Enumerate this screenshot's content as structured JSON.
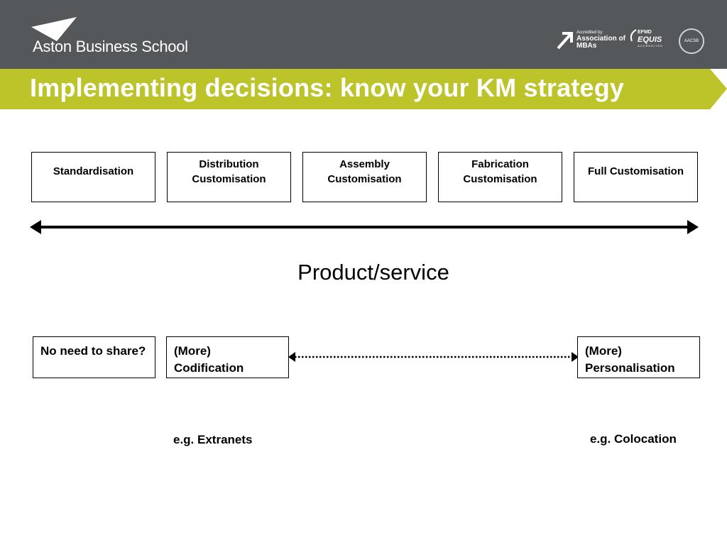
{
  "header": {
    "logo_text": "Aston Business School",
    "logo_icon": "aston-triangle-logo",
    "accreditations": {
      "amba_small": "Accredited by",
      "amba_main": "Association of MBAs",
      "equis_small": "EFMD",
      "equis_main": "EQUIS",
      "equis_sub": "ACCREDITED",
      "aacsb": "AACSB"
    },
    "background_color": "#54585a"
  },
  "slide": {
    "title": "Implementing decisions: know your KM strategy",
    "title_band_color": "#bcc42a"
  },
  "diagram": {
    "customisation_stages": [
      "Standardisation",
      "Distribution Customisation",
      "Assembly Customisation",
      "Fabrication Customisation",
      "Full Customisation"
    ],
    "axis_label": "Product/service",
    "km_strategies": [
      "No need to share?",
      "(More) Codification",
      "(More) Personalisation"
    ],
    "examples": {
      "codification": "e.g. Extranets",
      "personalisation": "e.g. Colocation"
    }
  }
}
